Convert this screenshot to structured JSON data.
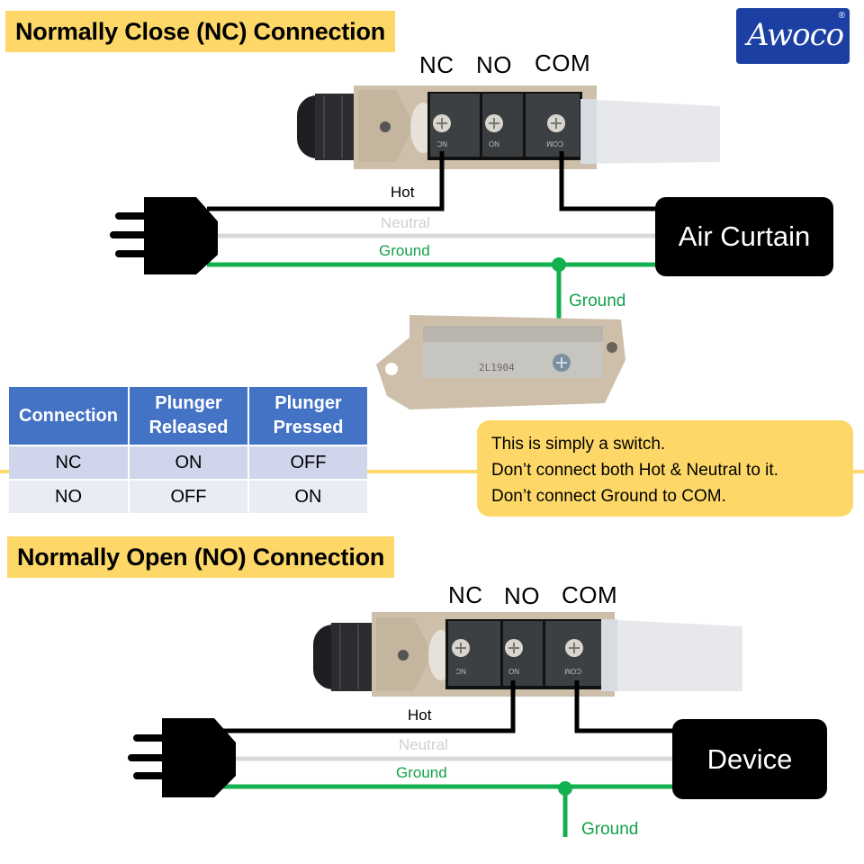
{
  "logo": {
    "text": "Awoco",
    "registered": "®"
  },
  "nc_section": {
    "title": "Normally Close (NC) Connection",
    "terminals": [
      "NC",
      "NO",
      "COM"
    ],
    "terminal_stamps": [
      "NC",
      "NO",
      "COM"
    ],
    "wires": {
      "hot": "Hot",
      "neutral": "Neutral",
      "ground": "Ground",
      "ground_branch": "Ground"
    },
    "device": "Air Curtain",
    "magnet_part_marking": "2L1904"
  },
  "truth_table": {
    "headers": [
      "Connection",
      "Plunger Released",
      "Plunger Pressed"
    ],
    "rows": [
      [
        "NC",
        "ON",
        "OFF"
      ],
      [
        "NO",
        "OFF",
        "ON"
      ]
    ]
  },
  "note": {
    "lines": [
      "This is simply a switch.",
      "Don’t connect both Hot & Neutral to it.",
      "Don’t connect Ground to COM."
    ]
  },
  "no_section": {
    "title": "Normally Open (NO) Connection",
    "terminals": [
      "NC",
      "NO",
      "COM"
    ],
    "terminal_stamps": [
      "NC",
      "NO",
      "COM"
    ],
    "wires": {
      "hot": "Hot",
      "neutral": "Neutral",
      "ground": "Ground",
      "ground_branch": "Ground"
    },
    "device": "Device"
  },
  "colors": {
    "banner": "#fdd868",
    "hot_wire": "#000000",
    "neutral_wire": "#d9d9d9",
    "ground_wire": "#12b04e",
    "table_header": "#4472c4",
    "logo_bg": "#1b3fa3"
  }
}
